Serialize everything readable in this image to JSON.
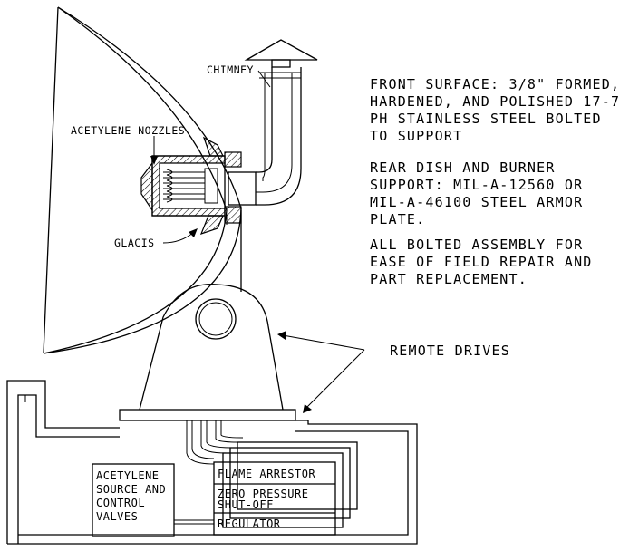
{
  "labels": {
    "chimney": "CHIMNEY",
    "acetylene_nozzles": "ACETYLENE NOZZLES",
    "glacis": "GLACIS",
    "remote_drives": "REMOTE DRIVES"
  },
  "notes": {
    "front_surface": [
      "FRONT SURFACE: 3/8\" FORMED,",
      "HARDENED, AND POLISHED 17-7",
      "PH STAINLESS STEEL BOLTED",
      "TO SUPPORT"
    ],
    "rear_dish": [
      "REAR DISH AND BURNER",
      "SUPPORT: MIL-A-12560 OR",
      "MIL-A-46100 STEEL ARMOR",
      "PLATE."
    ],
    "assembly": [
      "ALL BOLTED ASSEMBLY FOR",
      "EASE OF FIELD REPAIR AND",
      "PART REPLACEMENT."
    ]
  },
  "boxes": {
    "acetylene_source": [
      "ACETYLENE",
      "SOURCE AND",
      "CONTROL",
      "VALVES"
    ],
    "flame_arrestor": "FLAME ARRESTOR",
    "zero_pressure": [
      "ZERO PRESSURE",
      "SHUT-OFF"
    ],
    "regulator": "REGULATOR"
  }
}
